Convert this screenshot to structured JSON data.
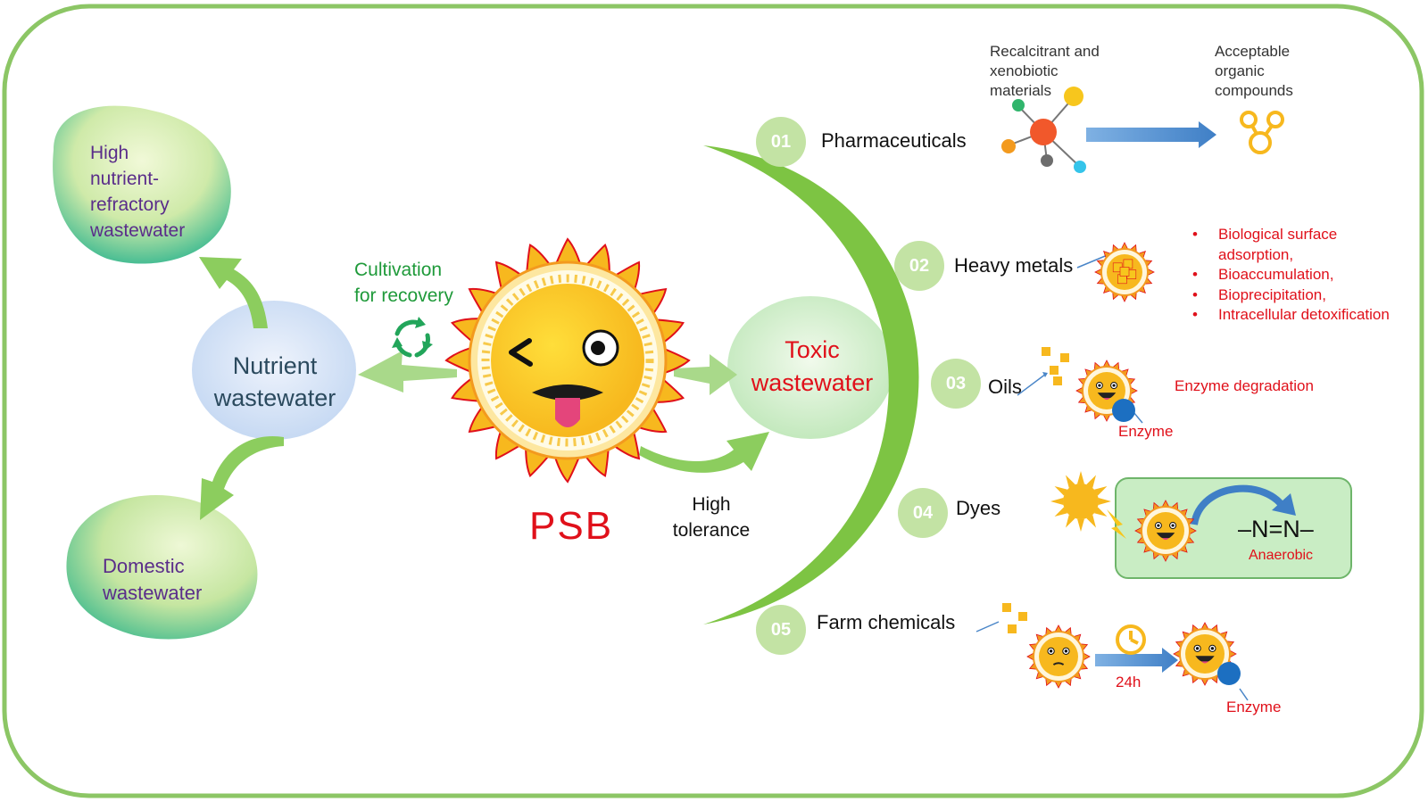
{
  "left": {
    "nutrient_line1": "Nutrient",
    "nutrient_line2": "wastewater",
    "high_lines": [
      "High",
      "nutrient-",
      "refractory",
      "wastewater"
    ],
    "domestic_lines": [
      "Domestic",
      "wastewater"
    ],
    "cultivation_lines": [
      "Cultivation",
      "for recovery"
    ]
  },
  "center": {
    "psb": "PSB",
    "toxic_line1": "Toxic",
    "toxic_line2": "wastewater",
    "tolerance_lines": [
      "High",
      "tolerance"
    ]
  },
  "items": [
    {
      "num": "01",
      "label": "Pharmaceuticals"
    },
    {
      "num": "02",
      "label": "Heavy metals"
    },
    {
      "num": "03",
      "label": "Oils"
    },
    {
      "num": "04",
      "label": "Dyes"
    },
    {
      "num": "05",
      "label": "Farm chemicals"
    }
  ],
  "pharma": {
    "recalcitrant_lines": [
      "Recalcitrant and",
      "xenobiotic",
      "materials"
    ],
    "acceptable_lines": [
      "Acceptable",
      "organic",
      "compounds"
    ]
  },
  "metals": {
    "mechanisms": [
      "Biological surface",
      "adsorption,",
      "Bioaccumulation,",
      "Bioprecipitation,",
      "Intracellular detoxification"
    ],
    "mechanism_bullets": [
      true,
      false,
      true,
      true,
      true
    ]
  },
  "oils": {
    "enzyme_degradation": "Enzyme degradation",
    "enzyme": "Enzyme"
  },
  "dyes": {
    "azo": "–N=N–",
    "anaerobic": "Anaerobic"
  },
  "farm": {
    "time": "24h",
    "enzyme": "Enzyme"
  },
  "colors": {
    "frame": "#8cc665",
    "arc": "#7dc443",
    "arrow_green": "#8ccd5e",
    "red": "#e0101a",
    "purple": "#5a2d8a",
    "blue_arrow": "#4a86c8",
    "sun_orange": "#f39a1e",
    "sun_yellow": "#f7b81e"
  },
  "icons": [
    "recycle-icon",
    "sun-icon",
    "molecule-icon",
    "clock-icon",
    "bacterium-icon"
  ]
}
